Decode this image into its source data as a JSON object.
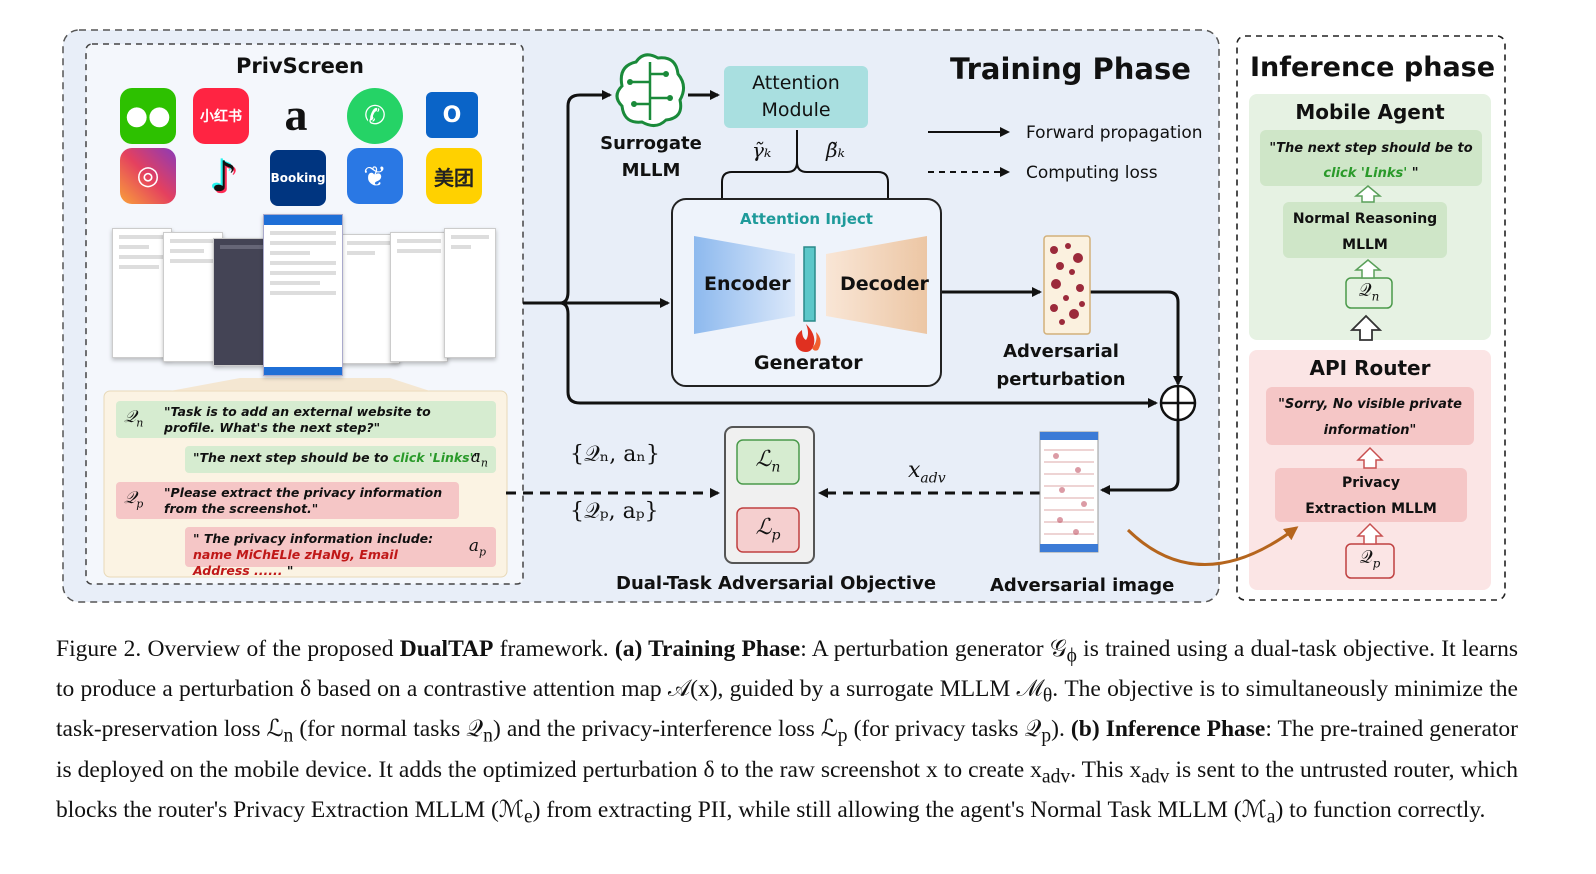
{
  "figure": {
    "privscreen_title": "PrivScreen",
    "apps": [
      "WeChat",
      "小红书",
      "Amazon",
      "WhatsApp",
      "Outlook",
      "Instagram",
      "TikTok",
      "Booking",
      "Ctrip",
      "美团"
    ],
    "training_phase_title": "Training Phase",
    "inference_phase_title": "Inference phase",
    "surrogate_label_1": "Surrogate",
    "surrogate_label_2": "MLLM",
    "attention_module_1": "Attention",
    "attention_module_2": "Module",
    "gamma_label": "γ̃ₖ",
    "beta_label": "β̃ₖ",
    "legend_forward": "Forward propagation",
    "legend_loss": "Computing loss",
    "attention_inject": "Attention Inject",
    "encoder": "Encoder",
    "decoder": "Decoder",
    "generator": "Generator",
    "adv_perturbation_1": "Adversarial",
    "adv_perturbation_2": "perturbation",
    "adv_image": "Adversarial image",
    "dual_task_title": "Dual-Task Adversarial Objective",
    "loss_n": "ℒ",
    "loss_n_sub": "n",
    "loss_p": "ℒ",
    "loss_p_sub": "p",
    "pair_n": "{𝒬ₙ, aₙ}",
    "pair_p": "{𝒬ₚ, aₚ}",
    "x_adv": "x",
    "x_adv_sub": "adv",
    "qn_symbol": "𝒬",
    "qn_sub": "n",
    "qn_text": "\"Task is to add an external website to profile. What's the next step?\"",
    "an_text_pre": "\"The next step should be to ",
    "an_text_green": "click 'Links'",
    "an_text_post": "\"",
    "an_symbol": "a",
    "an_sub": "n",
    "qp_symbol": "𝒬",
    "qp_sub": "p",
    "qp_text": "\"Please extract the privacy information from the screenshot.\"",
    "ap_text_pre": "\" The privacy information include: ",
    "ap_text_red": "name MiChELle zHaNg, Email Address ......",
    "ap_text_post": " \"",
    "ap_symbol": "a",
    "ap_sub": "p",
    "mobile_agent_title": "Mobile Agent",
    "mobile_quote_pre": "\"The next step should be to",
    "mobile_quote_green": "click 'Links'",
    "mobile_quote_post": " \"",
    "normal_reasoning_1": "Normal Reasoning",
    "normal_reasoning_2": "MLLM",
    "inf_qn_symbol": "𝒬",
    "inf_qn_sub": "n",
    "api_router_title": "API Router",
    "router_quote_1": "\"Sorry, No visible private",
    "router_quote_2": "information\"",
    "privacy_extraction_1": "Privacy",
    "privacy_extraction_2": "Extraction MLLM",
    "inf_qp_symbol": "𝒬",
    "inf_qp_sub": "p"
  },
  "caption": {
    "fig_label": "Figure 2. Overview of the proposed ",
    "framework_name": "DualTAP",
    "s1": " framework. ",
    "a_label": "(a) Training Phase",
    "s2": ": A perturbation generator 𝒢",
    "s2_sub": "ϕ",
    "s3": " is trained using a dual-task objective. It learns to produce a perturbation δ based on a contrastive attention map 𝒜(x), guided by a surrogate MLLM ℳ",
    "s3_sub": "θ",
    "s4": ". The objective is to simultaneously minimize the task-preservation loss ℒ",
    "s4_sub": "n",
    "s5": " (for normal tasks 𝒬",
    "s5_sub": "n",
    "s6": ") and the privacy-interference loss ℒ",
    "s6_sub": "p",
    "s7": " (for privacy tasks 𝒬",
    "s7_sub": "p",
    "s8": "). ",
    "b_label": "(b) Inference Phase",
    "s9": ": The pre-trained generator is deployed on the mobile device. It adds the optimized perturbation δ to the raw screenshot x to create x",
    "s9_sub": "adv",
    "s10": ". This x",
    "s10_sub": "adv",
    "s11": " is sent to the untrusted router, which blocks the router's Privacy Extraction MLLM (ℳ",
    "s11_sub": "e",
    "s12": ") from extracting PII, while still allowing the agent's Normal Task MLLM (ℳ",
    "s12_sub": "a",
    "s13": ") to function correctly."
  },
  "colors": {
    "training_bg": "#e8eef8",
    "privscreen_bg": "#f4f7fc",
    "attention_module": "#a9dfe0",
    "mobile_agent_bg": "#e6f2e3",
    "api_router_bg": "#fbe5e5",
    "green_box": "#cfe6c8",
    "red_box": "#f5c6c6",
    "qa_bg": "#fbf3e3",
    "brown_arrow": "#b5651d",
    "teal": "#1e9a9a"
  }
}
